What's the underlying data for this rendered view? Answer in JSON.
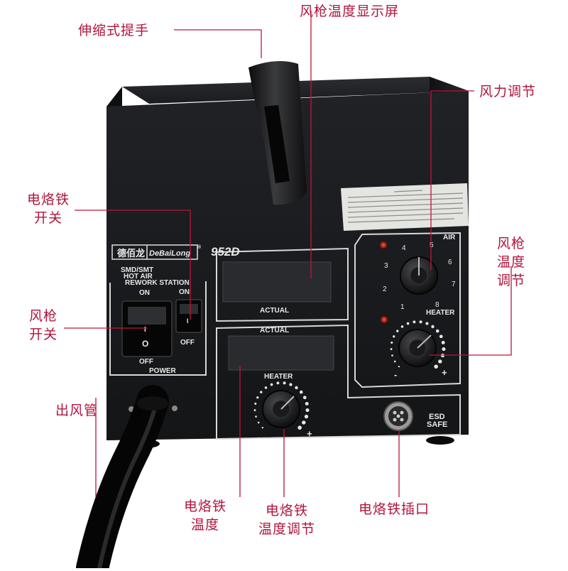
{
  "callouts": {
    "handle": "伸缩式提手",
    "display": "风枪温度显示屏",
    "air_adjust": "风力调节",
    "iron_switch_l1": "电烙铁",
    "iron_switch_l2": "开关",
    "gun_temp_adjust_l1": "风枪",
    "gun_temp_adjust_l2": "温度",
    "gun_temp_adjust_l3": "调节",
    "gun_switch_l1": "风枪",
    "gun_switch_l2": "开关",
    "outlet": "出风管",
    "iron_temp_l1": "电烙铁",
    "iron_temp_l2": "温度",
    "iron_temp_adjust_l1": "电烙铁",
    "iron_temp_adjust_l2": "温度调节",
    "iron_socket": "电烙铁插口"
  },
  "panel": {
    "brand_cn": "德佰龙",
    "brand_en": "DeBaiLong",
    "trademark": "®",
    "model": "952D",
    "desc_l1": "SMD/SMT",
    "desc_l2": "HOT AIR",
    "desc_l3": "REWORK STATION",
    "switch_on_left": "ON",
    "switch_on_right": "ON",
    "switch_off_left": "OFF",
    "switch_off_right": "OFF",
    "switch_i": "I",
    "switch_o": "O",
    "power": "POWER",
    "actual_top": "ACTUAL",
    "actual_bottom": "ACTUAL",
    "heater_iron": "HEATER",
    "heater_air": "HEATER",
    "air": "AIR",
    "minus": "-",
    "plus": "+",
    "esd_l1": "ESD",
    "esd_l2": "SAFE",
    "air_scale": [
      "1",
      "2",
      "3",
      "4",
      "5",
      "6",
      "7",
      "8"
    ]
  },
  "colors": {
    "callout": "#b0143c",
    "body": "#1b1c1e",
    "panel_line": "#d8d8d8",
    "led": "#d0141c"
  }
}
